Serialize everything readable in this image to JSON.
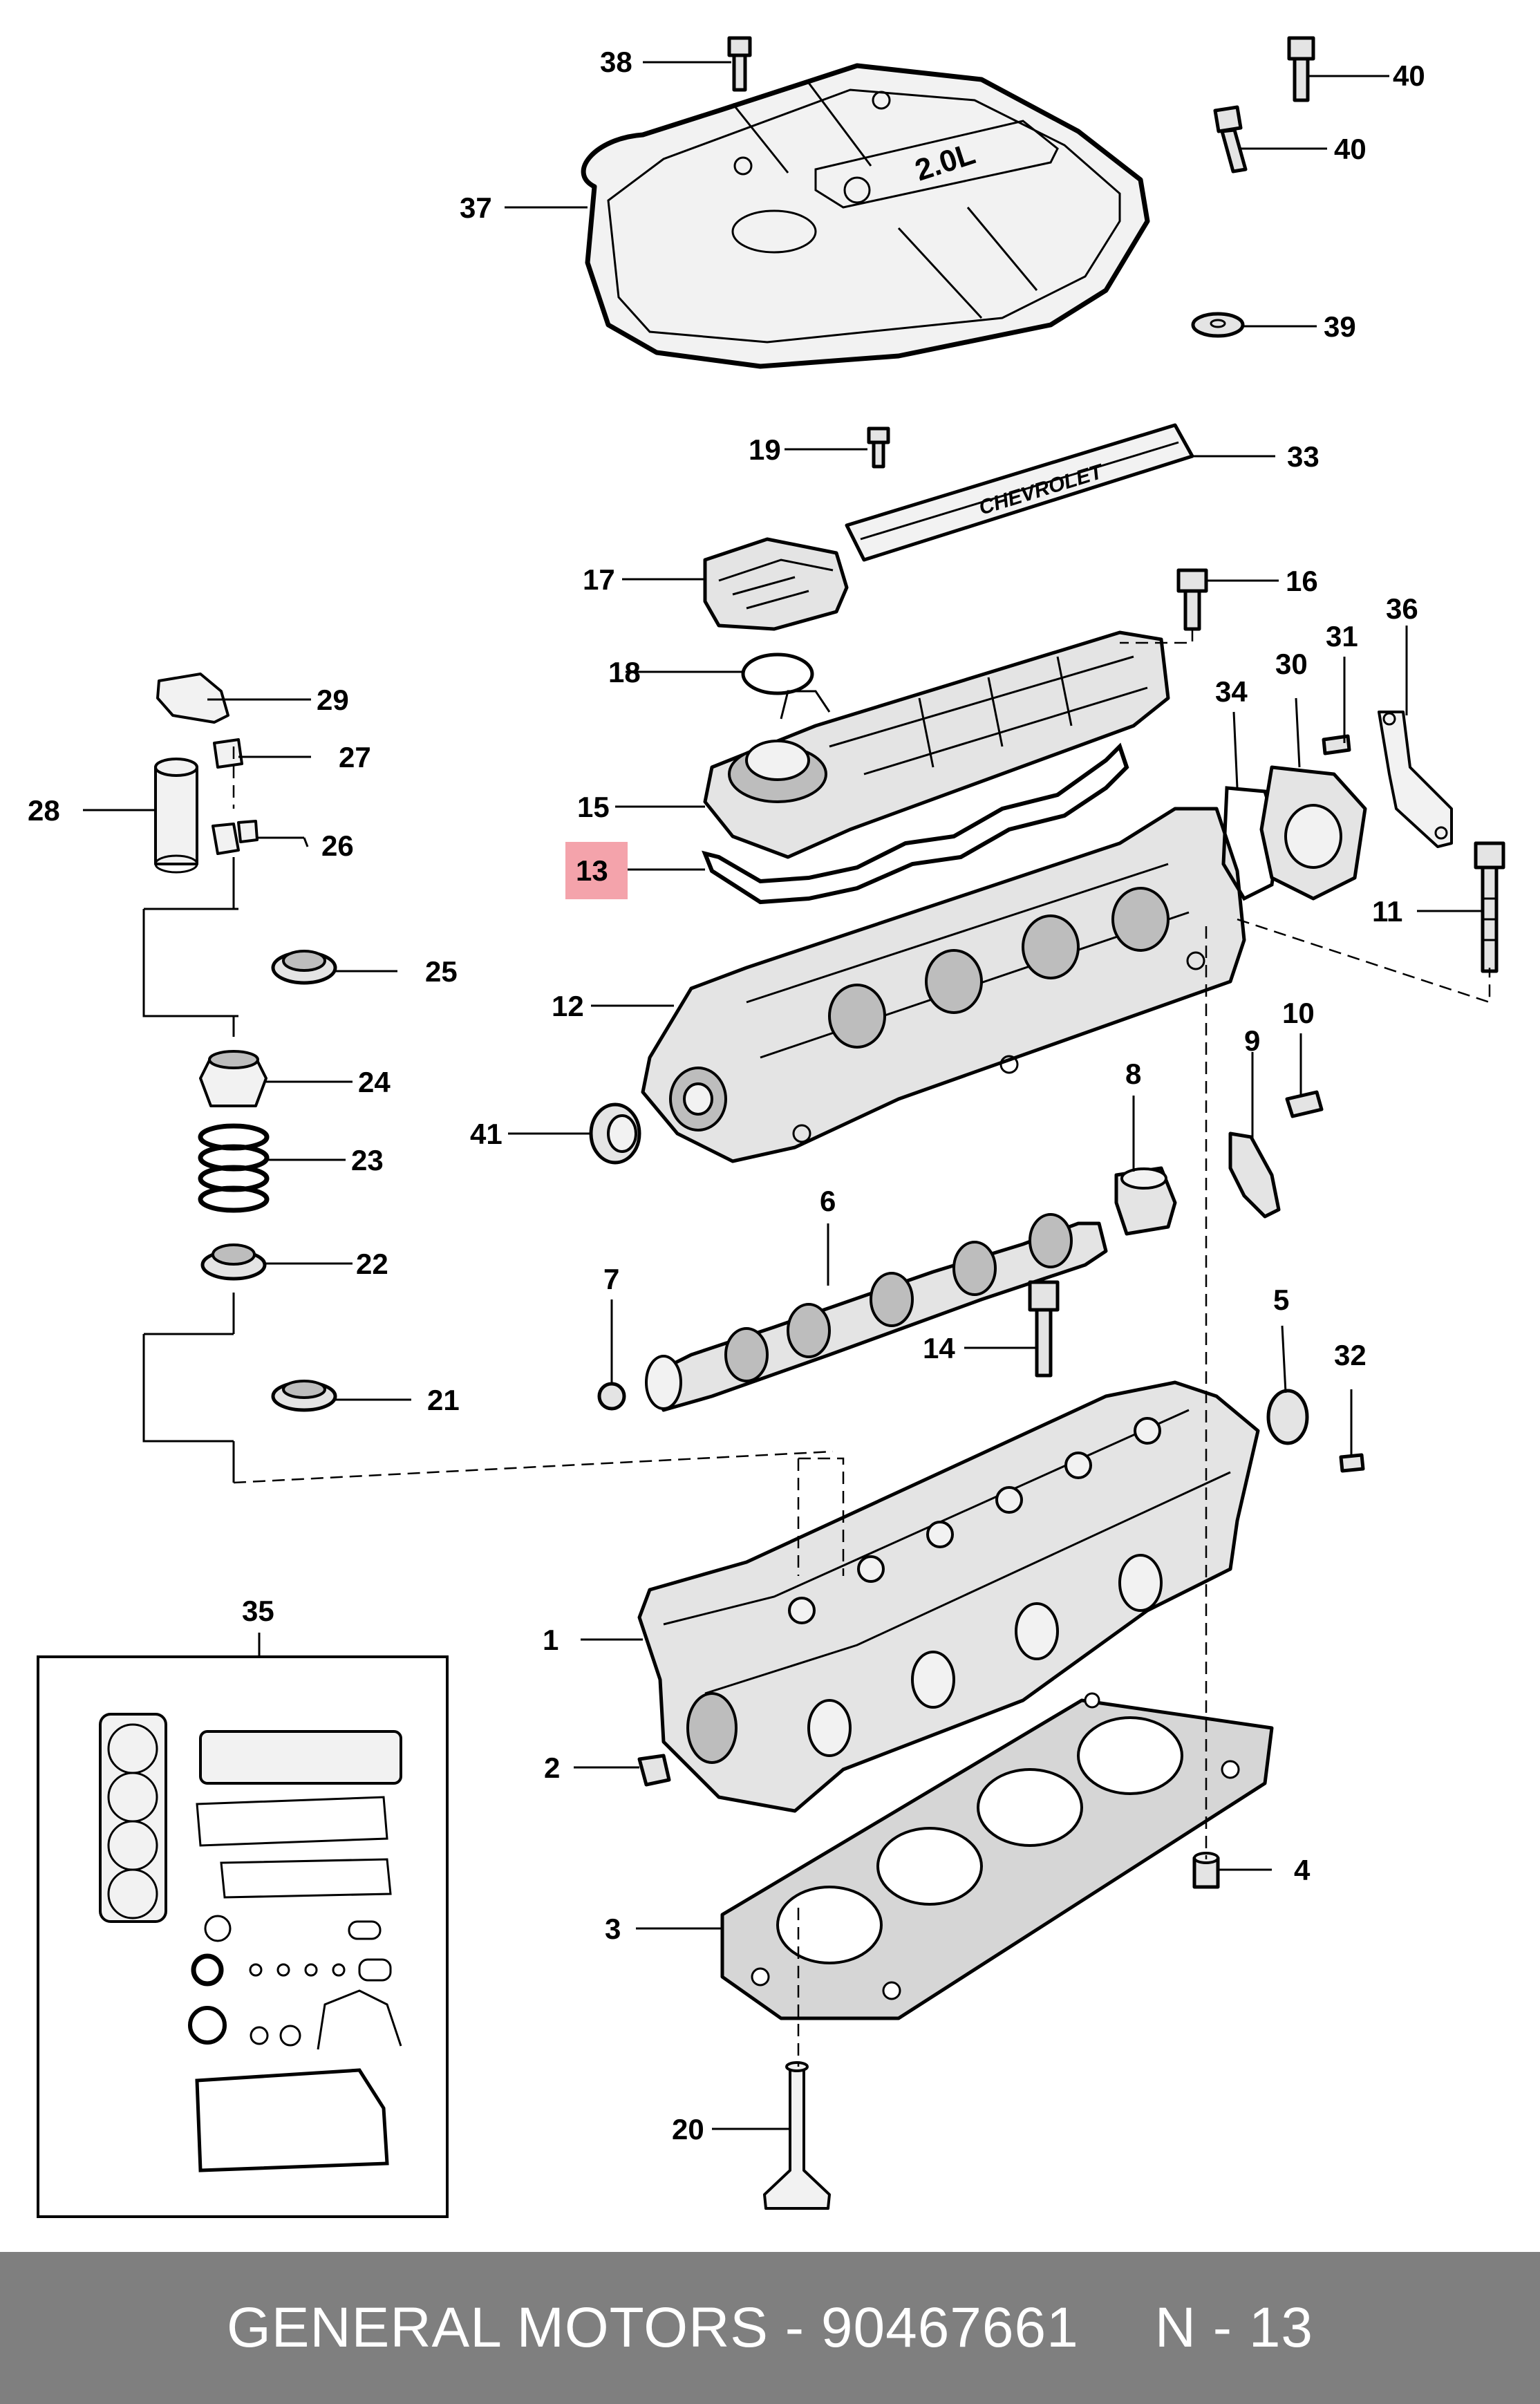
{
  "callouts": [
    {
      "id": "38",
      "text": "38"
    },
    {
      "id": "40a",
      "text": "40"
    },
    {
      "id": "40b",
      "text": "40"
    },
    {
      "id": "37",
      "text": "37"
    },
    {
      "id": "39",
      "text": "39"
    },
    {
      "id": "19",
      "text": "19"
    },
    {
      "id": "33",
      "text": "33"
    },
    {
      "id": "17",
      "text": "17"
    },
    {
      "id": "16",
      "text": "16"
    },
    {
      "id": "18",
      "text": "18"
    },
    {
      "id": "31",
      "text": "31"
    },
    {
      "id": "36",
      "text": "36"
    },
    {
      "id": "30",
      "text": "30"
    },
    {
      "id": "34",
      "text": "34"
    },
    {
      "id": "15",
      "text": "15"
    },
    {
      "id": "13",
      "text": "13"
    },
    {
      "id": "11",
      "text": "11"
    },
    {
      "id": "12",
      "text": "12"
    },
    {
      "id": "10",
      "text": "10"
    },
    {
      "id": "9",
      "text": "9"
    },
    {
      "id": "8",
      "text": "8"
    },
    {
      "id": "41",
      "text": "41"
    },
    {
      "id": "6",
      "text": "6"
    },
    {
      "id": "7",
      "text": "7"
    },
    {
      "id": "14",
      "text": "14"
    },
    {
      "id": "5",
      "text": "5"
    },
    {
      "id": "32",
      "text": "32"
    },
    {
      "id": "29",
      "text": "29"
    },
    {
      "id": "27",
      "text": "27"
    },
    {
      "id": "28",
      "text": "28"
    },
    {
      "id": "26",
      "text": "26"
    },
    {
      "id": "25",
      "text": "25"
    },
    {
      "id": "24",
      "text": "24"
    },
    {
      "id": "23",
      "text": "23"
    },
    {
      "id": "22",
      "text": "22"
    },
    {
      "id": "21",
      "text": "21"
    },
    {
      "id": "35",
      "text": "35"
    },
    {
      "id": "1",
      "text": "1"
    },
    {
      "id": "2",
      "text": "2"
    },
    {
      "id": "4",
      "text": "4"
    },
    {
      "id": "3",
      "text": "3"
    },
    {
      "id": "20",
      "text": "20"
    }
  ],
  "highlighted_callout": "13",
  "engine_badge": "2.0L",
  "rail_brand": "CHEVROLET",
  "footer": {
    "brand": "GENERAL MOTORS",
    "separator": "-",
    "part_number": "90467661",
    "ref": "N - 13"
  },
  "colors": {
    "highlight": "#f4a3ab",
    "footer_bg": "#7f7f7f",
    "footer_text": "#ffffff"
  }
}
